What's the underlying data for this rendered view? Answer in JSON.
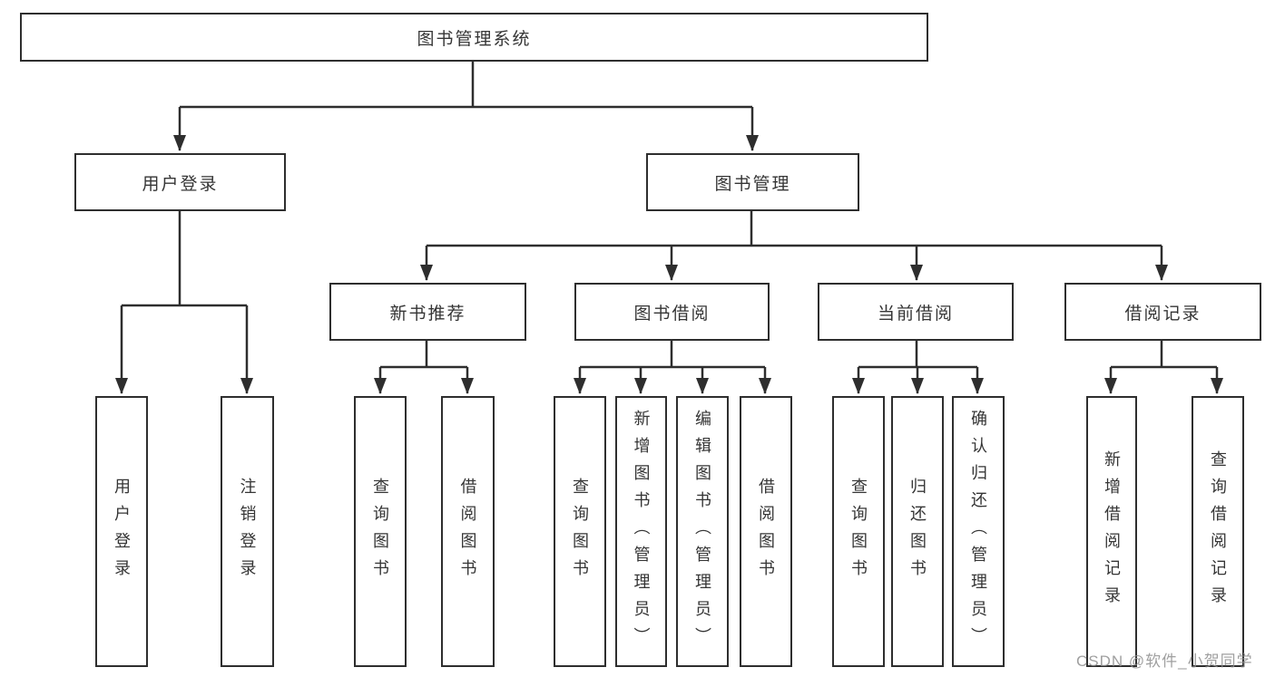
{
  "diagram": {
    "colors": {
      "line": "#2e2e2e",
      "box_border": "#2e2e2e",
      "box_background": "#ffffff",
      "text": "#353535",
      "watermark": "#8f8f8f"
    },
    "nodes": {
      "root": {
        "label": "图书管理系统"
      },
      "login": {
        "label": "用户登录"
      },
      "mgmt": {
        "label": "图书管理"
      },
      "rec": {
        "label": "新书推荐"
      },
      "borrow": {
        "label": "图书借阅"
      },
      "current": {
        "label": "当前借阅"
      },
      "record": {
        "label": "借阅记录"
      },
      "login_user": {
        "label": "用户登录"
      },
      "login_logout": {
        "label": "注销登录"
      },
      "rec_query": {
        "label": "查询图书"
      },
      "rec_borrow": {
        "label": "借阅图书"
      },
      "borrow_query": {
        "label": "查询图书"
      },
      "borrow_add": {
        "label": "新增图书（管理员）"
      },
      "borrow_edit": {
        "label": "编辑图书（管理员）"
      },
      "borrow_borrow": {
        "label": "借阅图书"
      },
      "current_query": {
        "label": "查询图书"
      },
      "current_return": {
        "label": "归还图书"
      },
      "current_confirm": {
        "label": "确认归还（管理员）"
      },
      "record_add": {
        "label": "新增借阅记录"
      },
      "record_query": {
        "label": "查询借阅记录"
      }
    },
    "watermark": "CSDN @软件_小贺同学"
  }
}
